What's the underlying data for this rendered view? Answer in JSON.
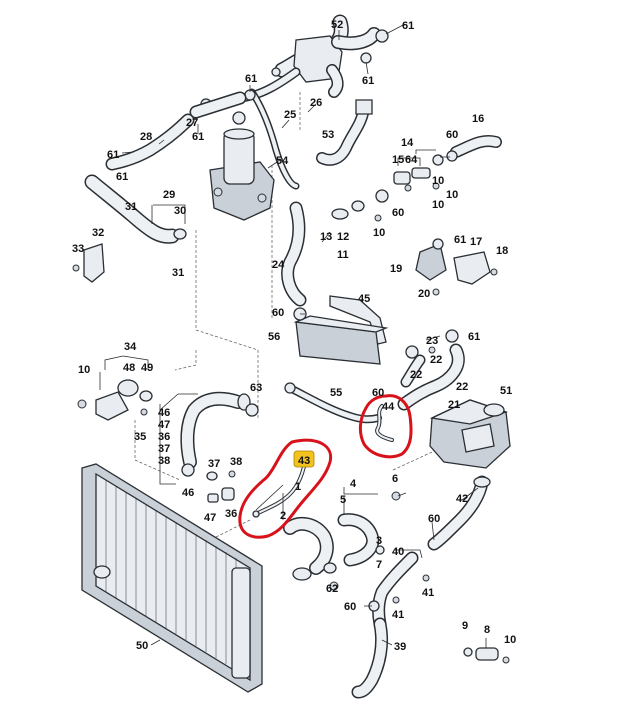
{
  "highlight_color": "#d8121a",
  "highlighted_part": "43",
  "labels": {
    "l52": "52",
    "l61a": "61",
    "l61b": "61",
    "l61c": "61",
    "l61d": "61",
    "l61e": "61",
    "l61f": "61",
    "l61g": "61",
    "l26": "26",
    "l27": "27",
    "l25": "25",
    "l53": "53",
    "l14": "14",
    "l60a": "60",
    "l16": "16",
    "l28": "28",
    "l54": "54",
    "l15": "15",
    "l64": "64",
    "l31a": "31",
    "l29": "29",
    "l30": "30",
    "l10a": "10",
    "l10b": "10",
    "l10c": "10",
    "l60b": "60",
    "l13": "13",
    "l12": "12",
    "l11": "11",
    "l33": "33",
    "l32": "32",
    "l31b": "31",
    "l17": "17",
    "l18": "18",
    "l19": "19",
    "l20": "20",
    "l24": "24",
    "l45": "45",
    "l60c": "60",
    "l56": "56",
    "l23": "23",
    "l22a": "22",
    "l22b": "22",
    "l34": "34",
    "l10d": "10",
    "l48": "48",
    "l49": "49",
    "l63": "63",
    "l55": "55",
    "l60d": "60",
    "l21": "21",
    "l51": "51",
    "l44": "44",
    "l46a": "46",
    "l47a": "47",
    "l35": "35",
    "l36a": "36",
    "l37a": "37",
    "l38a": "38",
    "l43": "43",
    "l37b": "37",
    "l38b": "38",
    "l6": "6",
    "l46b": "46",
    "l47b": "47",
    "l36b": "36",
    "l1": "1",
    "l2": "2",
    "l4": "4",
    "l5": "5",
    "l42": "42",
    "l60e": "60",
    "l3": "3",
    "l7": "7",
    "l40": "40",
    "l41a": "41",
    "l62": "62",
    "l60f": "60",
    "l41b": "41",
    "l9": "9",
    "l8": "8",
    "l10e": "10",
    "l50": "50",
    "l39": "39"
  }
}
